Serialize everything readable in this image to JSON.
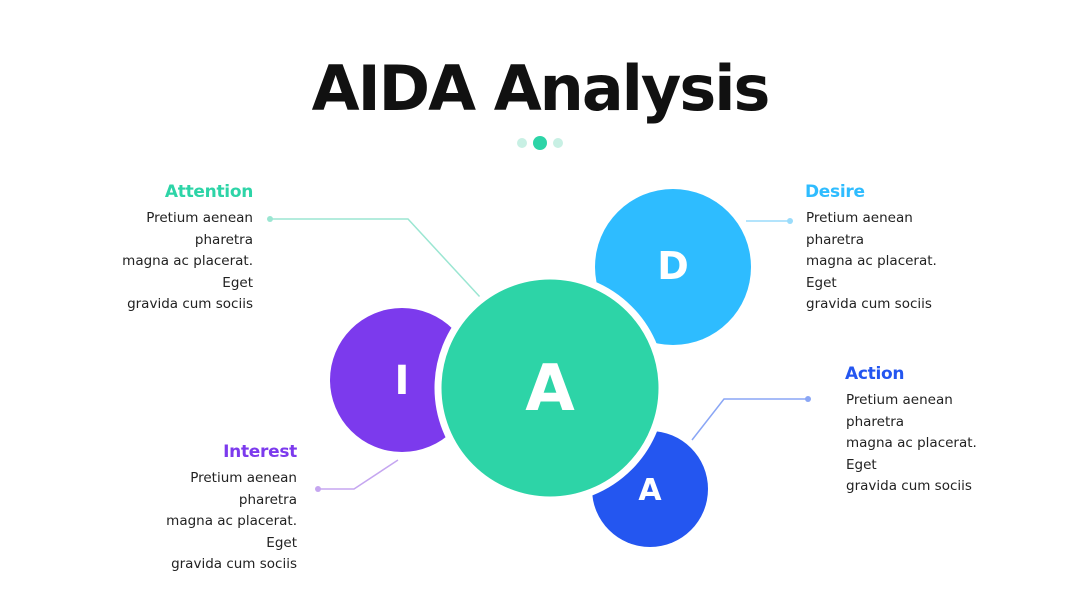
{
  "title": "AIDA Analysis",
  "colors": {
    "attention": "#2dd4a7",
    "interest": "#7c3aed",
    "desire": "#2ebcff",
    "action": "#2456f0",
    "dot_light": "#c8f0e4",
    "dot_active": "#2dd4a7"
  },
  "circles": {
    "attention_letter": "A",
    "interest_letter": "I",
    "desire_letter": "D",
    "action_letter": "A"
  },
  "sections": {
    "attention": {
      "heading": "Attention",
      "line1": "Pretium aenean pharetra",
      "line2": "magna ac placerat. Eget",
      "line3": "gravida cum sociis"
    },
    "desire": {
      "heading": "Desire",
      "line1": "Pretium aenean pharetra",
      "line2": "magna ac placerat. Eget",
      "line3": "gravida cum sociis"
    },
    "action": {
      "heading": "Action",
      "line1": "Pretium aenean pharetra",
      "line2": "magna ac placerat. Eget",
      "line3": "gravida cum sociis"
    },
    "interest": {
      "heading": "Interest",
      "line1": "Pretium aenean pharetra",
      "line2": "magna ac placerat. Eget",
      "line3": "gravida cum sociis"
    }
  }
}
